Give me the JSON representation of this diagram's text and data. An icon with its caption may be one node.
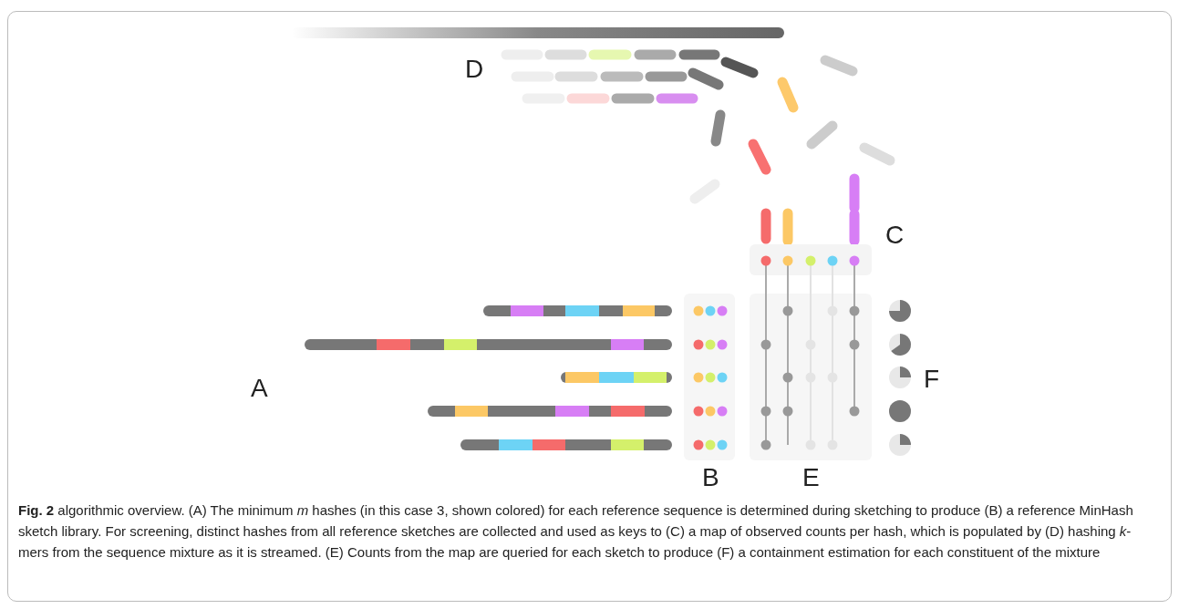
{
  "diagram": {
    "caption": "**Fig. 2** algorithmic overview. (A) The minimum *m* hashes (in this case 3, shown colored) for each reference sequence is determined during sketching to produce (B) a reference MinHash sketch library. For screening, distinct hashes from all reference sketches are collected and used as keys to (C) a map of observed counts per hash, which is populated by (D) hashing *k*-mers from the sequence mixture as it is streamed. (E) Counts from the map are queried for each sketch to produce (F) a containment estimation for each constituent of the mixture",
    "labels": [
      "D",
      "C",
      "A",
      "F",
      "B",
      "E"
    ]
  }
}
